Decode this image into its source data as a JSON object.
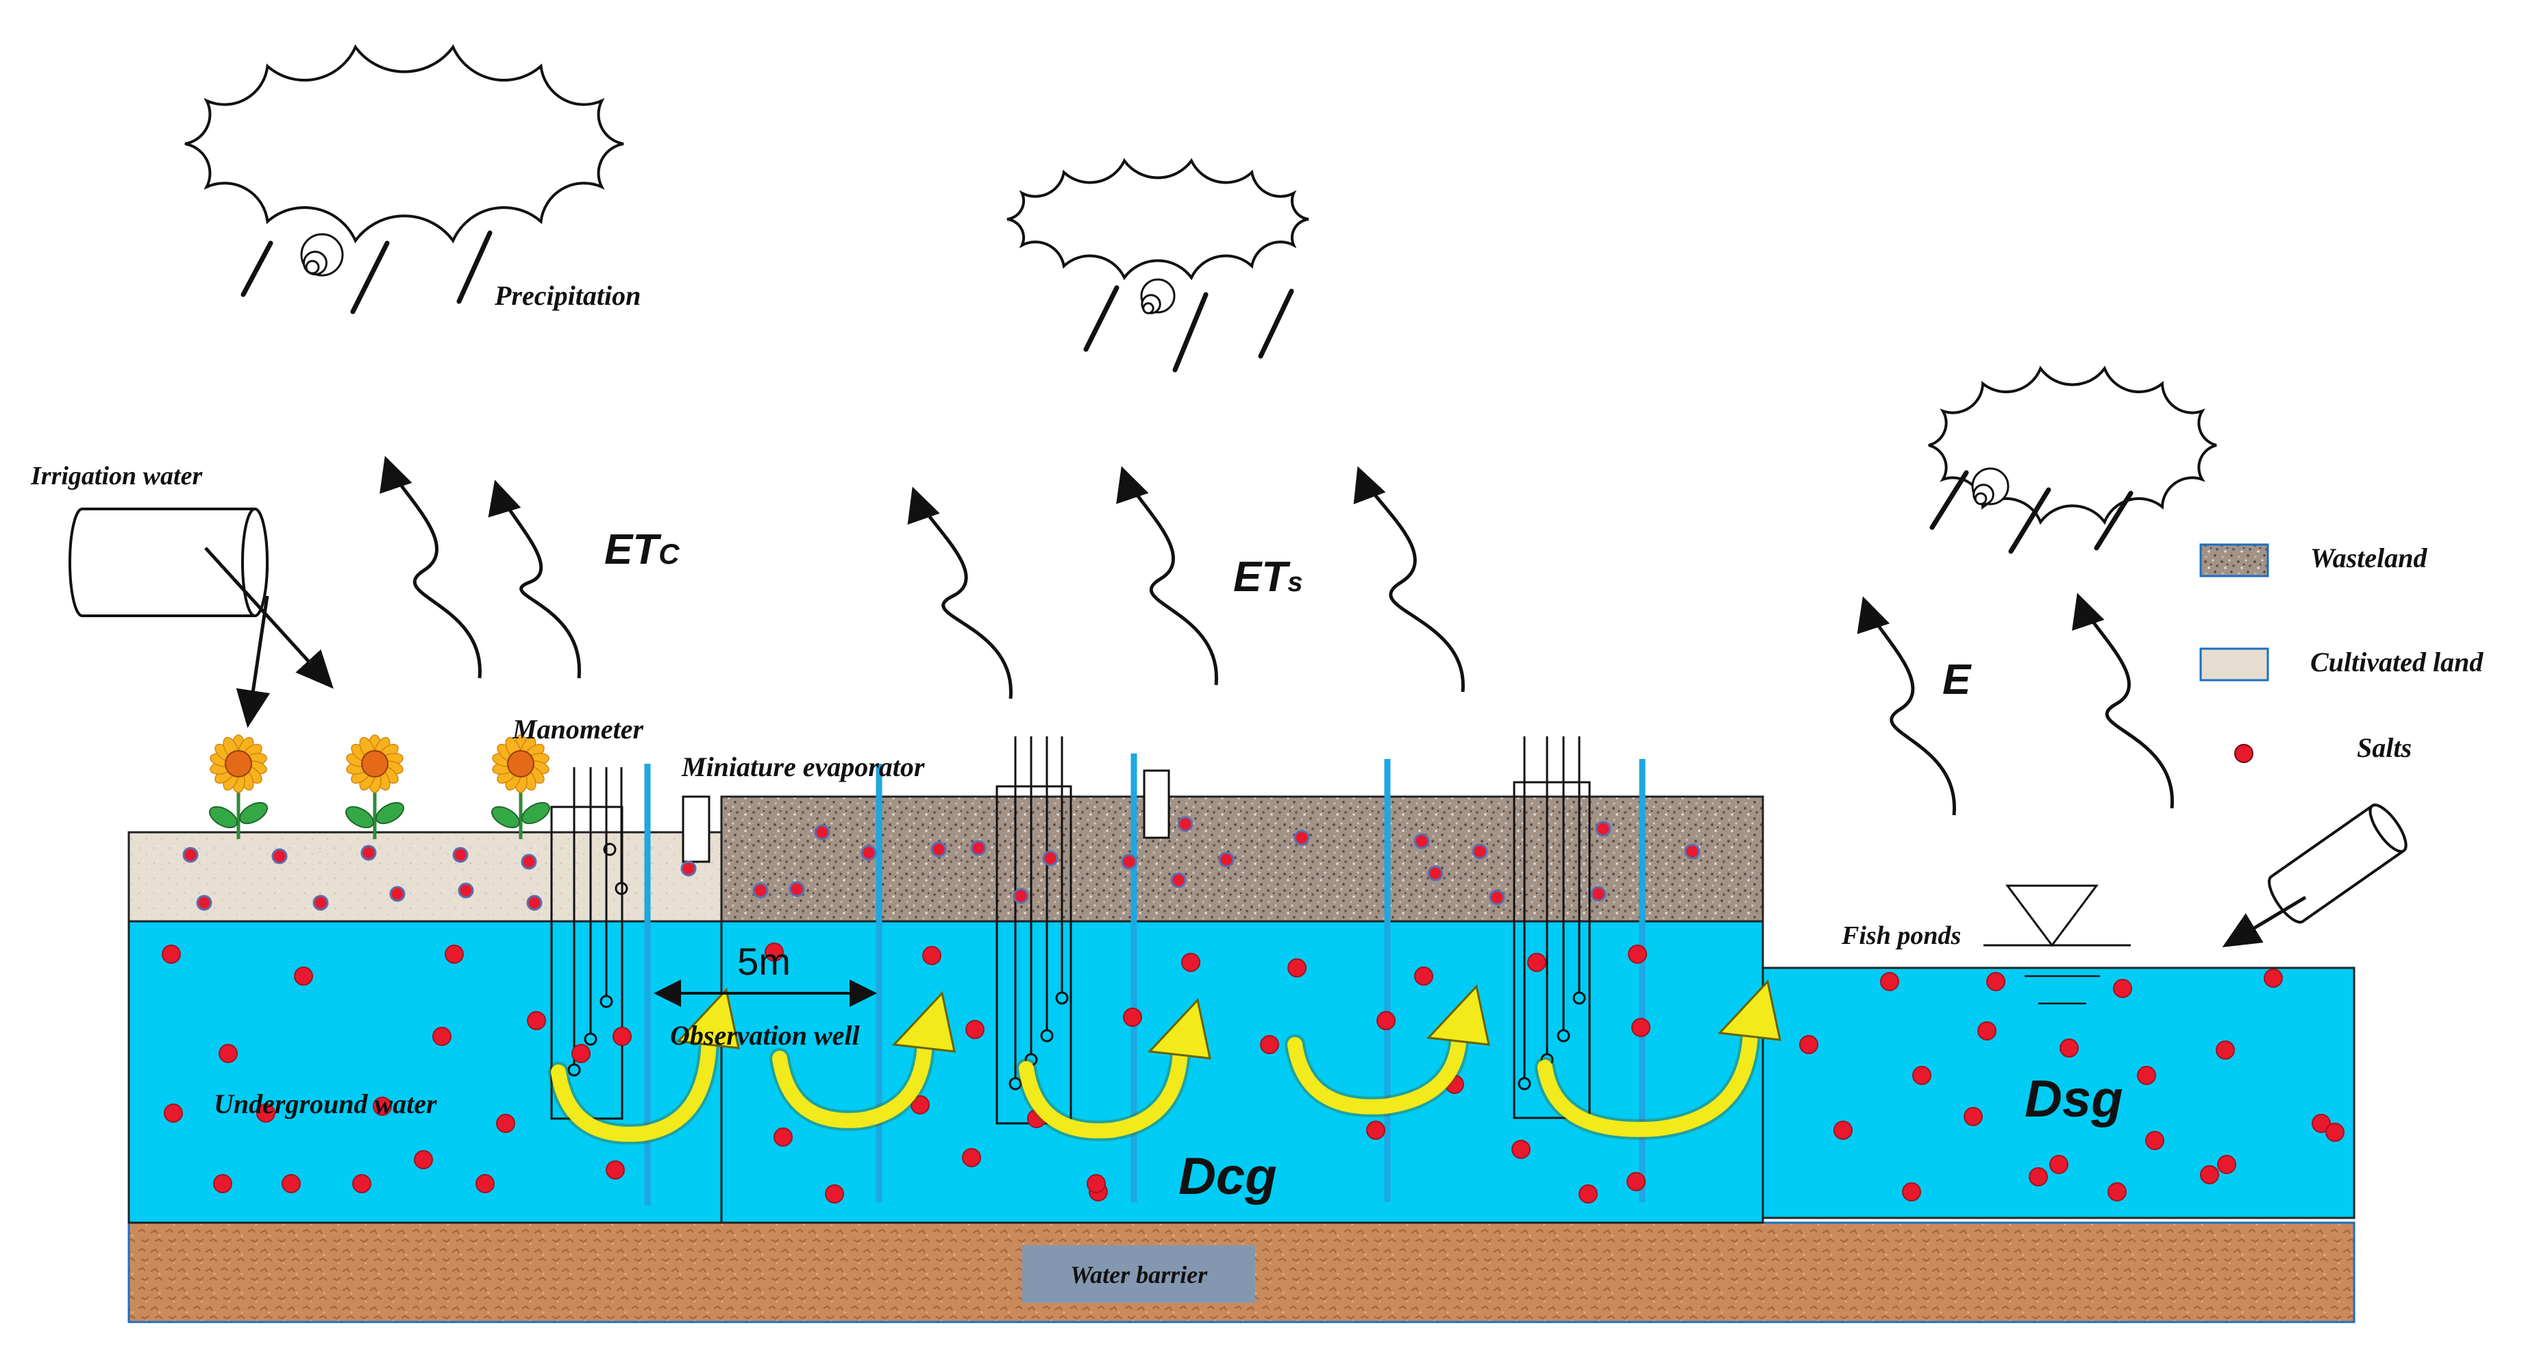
{
  "labels": {
    "precipitation": "Precipitation",
    "irrigation_water": "Irrigation water",
    "et_c_main": "ET",
    "et_c_sub": "C",
    "et_s_main": "ET",
    "et_s_sub": "s",
    "e": "E",
    "manometer": "Manometer",
    "miniature_evaporator": "Miniature evaporator",
    "distance": "5m",
    "observation_well": "Observation well",
    "underground_water": "Underground water",
    "fish_ponds": "Fish ponds",
    "dcg": "Dcg",
    "dsg": "Dsg",
    "water_barrier": "Water barrier"
  },
  "legend": {
    "wasteland": "Wasteland",
    "cultivated_land": "Cultivated land",
    "salts": "Salts"
  },
  "colors": {
    "water": "#00CCF5",
    "wasteland": "#9E8E83",
    "cultivated": "#E6DDD0",
    "barrier": "#C98A5A",
    "salt": "#E8192C",
    "well_pipe": "#1EA7E0",
    "flow_arrow": "#F2EA1A",
    "barrier_label_bg": "#8497B0"
  },
  "icons": [
    "cloud-icon",
    "rain-icon",
    "sunflower-icon",
    "pipe-icon",
    "water-level-icon",
    "evapotranspiration-arrow-icon",
    "flow-arrow-icon",
    "salt-dot-icon"
  ]
}
